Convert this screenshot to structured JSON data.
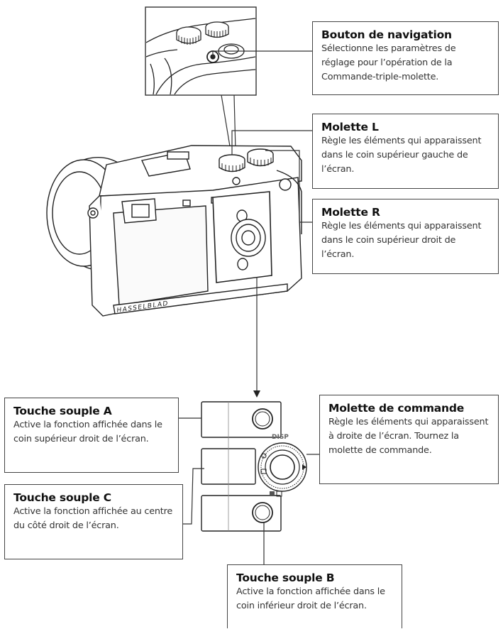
{
  "callouts": {
    "nav_button": {
      "title": "Bouton de navigation",
      "desc": "Sélectionne les paramètres de réglage pour l’opération de la Commande-triple-molette."
    },
    "dial_l": {
      "title": "Molette L",
      "desc": "Règle les éléments qui apparaissent dans le coin supérieur gauche de l’écran."
    },
    "dial_r": {
      "title": "Molette R",
      "desc": "Règle les éléments qui apparaissent dans le coin supérieur droit de l’écran."
    },
    "soft_a": {
      "title": "Touche souple A",
      "desc": "Active la fonction affichée dans le coin supérieur droit de l’écran."
    },
    "control_dial": {
      "title": "Molette de commande",
      "desc": "Règle les éléments qui apparaissent à droite de l’écran. Tournez la molette de commande."
    },
    "soft_c": {
      "title": "Touche souple C",
      "desc": "Active la fonction affichée au centre du côté droit de l’écran."
    },
    "soft_b": {
      "title": "Touche souple B",
      "desc": "Active la fonction affichée dans le coin inférieur droit de l’écran."
    }
  },
  "camera": {
    "brand_engraving": "HASSELBLAD",
    "disp_label": "DISP"
  }
}
